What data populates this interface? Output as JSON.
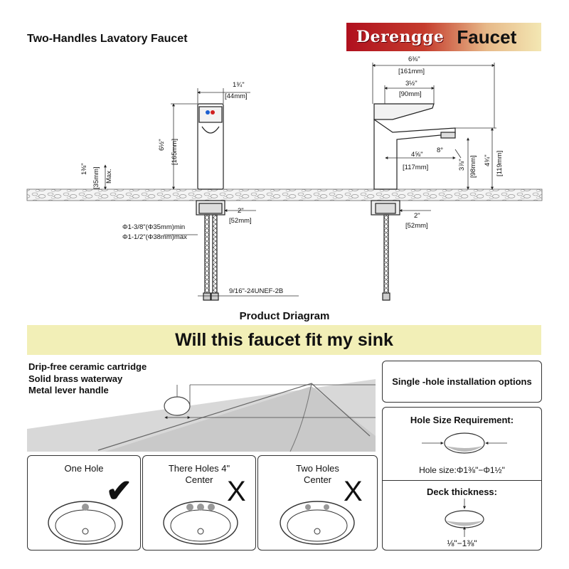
{
  "header": {
    "title": "Two-Handles Lavatory Faucet",
    "brand_name": "Derengge",
    "brand_suffix": "Faucet",
    "brand_gradient": [
      "#b0101e",
      "#f3e7b3"
    ]
  },
  "diagram": {
    "caption": "Product Driagram",
    "front": {
      "width_in": "1¾\"",
      "width_mm": "[44mm]",
      "height_in": "6½\"",
      "height_mm": "[165mm]",
      "deck_in": "1⅜\"",
      "deck_mm": "[35mm]",
      "deck_max": "Max.",
      "shank_in": "2\"",
      "shank_mm": "[52mm]",
      "hole_min": "Φ1-3/8\"(Φ35mm)min",
      "hole_max": "Φ1-1/2\"(Φ38mm)max",
      "thread": "9/16\"-24UNEF-2B"
    },
    "side": {
      "total_in": "6⅜\"",
      "total_mm": "[161mm]",
      "handle_in": "3½\"",
      "handle_mm": "[90mm]",
      "reach_in": "4⅝\"",
      "reach_mm": "[117mm]",
      "angle": "8°",
      "spout_in": "3⅞\"",
      "spout_mm": "[98mm]",
      "height_in": "4¾\"",
      "height_mm": "[119mm]",
      "shank_in": "2\"",
      "shank_mm": "[52mm]"
    }
  },
  "fit": {
    "banner": "Will this faucet fit my sink",
    "features": [
      "Drip-free ceramic cartridge",
      "Solid brass waterway",
      "Metal lever handle"
    ],
    "install_options": "Single -hole installation options",
    "hole_size_title": "Hole Size Requirement:",
    "hole_size_text": "Hole size:Φ1⅜\"−Φ1½\"",
    "deck_title": "Deck thickness:",
    "deck_text": "⅛\"−1⅜\"",
    "options": [
      {
        "label_line1": "One Hole",
        "label_line2": "",
        "mark": "✔"
      },
      {
        "label_line1": "There Holes 4\"",
        "label_line2": "Center",
        "mark": "X"
      },
      {
        "label_line1": "Two Holes",
        "label_line2": "Center",
        "mark": "X"
      }
    ],
    "colors": {
      "banner": "#f2efb7",
      "accent_red": "#c8212c"
    }
  }
}
